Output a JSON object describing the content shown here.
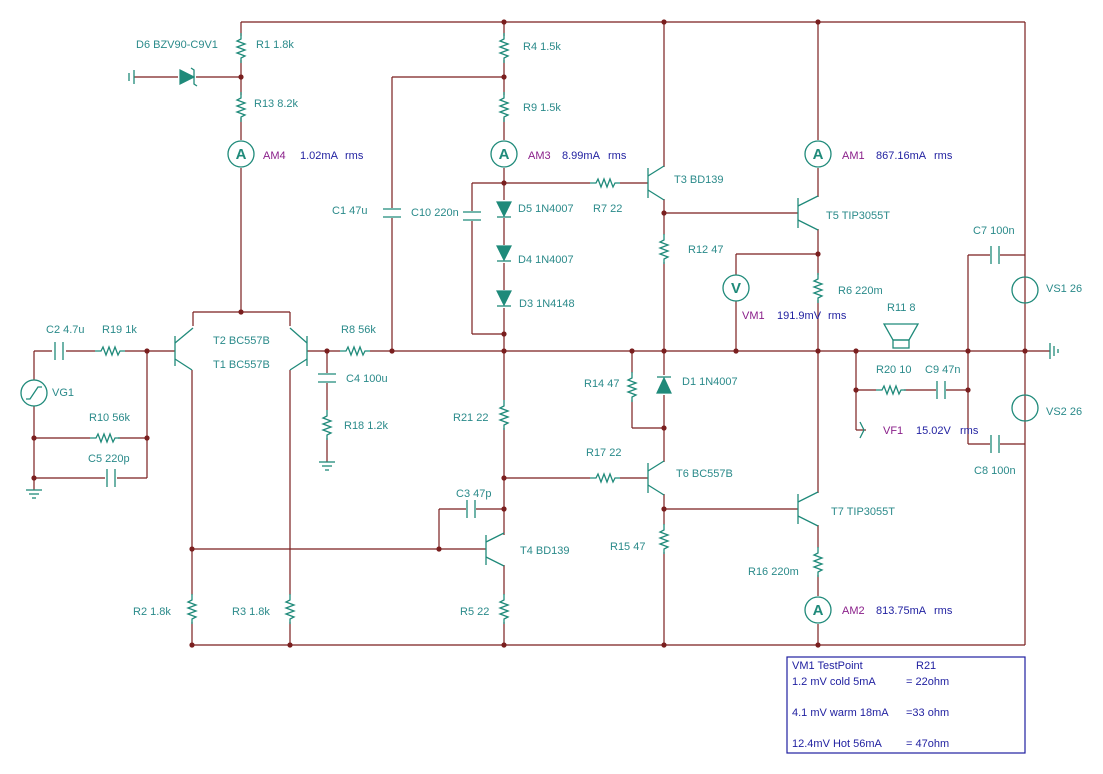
{
  "components": {
    "D6": "D6 BZV90-C9V1",
    "R1": "R1 1.8k",
    "R13": "R13 8.2k",
    "AM4": "AM4",
    "AM4_val": "1.02mA",
    "R4": "R4 1.5k",
    "R9": "R9 1.5k",
    "AM3": "AM3",
    "AM3_val": "8.99mA",
    "AM1": "AM1",
    "AM1_val": "867.16mA",
    "AM2": "AM2",
    "AM2_val": "813.75mA",
    "VM1": "VM1",
    "VM1_val": "191.9mV",
    "VF1": "VF1",
    "VF1_val": "15.02V",
    "rms": "rms",
    "T3": "T3 BD139",
    "T5": "T5 TIP3055T",
    "T6": "T6 BC557B",
    "T7": "T7 TIP3055T",
    "T4": "T4 BD139",
    "T2": "T2 BC557B",
    "T1": "T1 BC557B",
    "C1": "C1 47u",
    "C10": "C10 220n",
    "D5": "D5 1N4007",
    "D4": "D4 1N4007",
    "D3": "D3 1N4148",
    "D1": "D1 1N4007",
    "R7": "R7 22",
    "R12": "R12 47",
    "R6": "R6 220m",
    "R11": "R11 8",
    "C7": "C7 100n",
    "VS1": "VS1 26",
    "VS2": "VS2 26",
    "C8": "C8 100n",
    "R20": "R20 10",
    "C9": "C9 47n",
    "C2": "C2 4.7u",
    "R19": "R19 1k",
    "VG1": "VG1",
    "R10": "R10 56k",
    "C5": "C5 220p",
    "R8": "R8 56k",
    "C4": "C4 100u",
    "R18": "R18 1.2k",
    "R14": "R14 47",
    "R21": "R21 22",
    "R17": "R17 22",
    "C3": "C3 47p",
    "R15": "R15 47",
    "R16": "R16 220m",
    "R2": "R2 1.8k",
    "R3": "R3 1.8k",
    "R5": "R5 22"
  },
  "meter_letters": {
    "ammeter": "A",
    "voltmeter": "V"
  },
  "note_table": {
    "header_left": "VM1 TestPoint",
    "header_right": "R21",
    "rows": [
      {
        "left": "1.2 mV cold 5mA",
        "right": "= 22ohm"
      },
      {
        "left": "4.1 mV warm 18mA",
        "right": "=33 ohm"
      },
      {
        "left": "12.4mV  Hot 56mA",
        "right": "= 47ohm"
      }
    ]
  },
  "colors": {
    "wire": "#7a1f1f",
    "component": "#1f8a7a",
    "label": "#2a8a8a",
    "meter_name": "#8a1f8a",
    "meter_value": "#1f1fa0"
  }
}
